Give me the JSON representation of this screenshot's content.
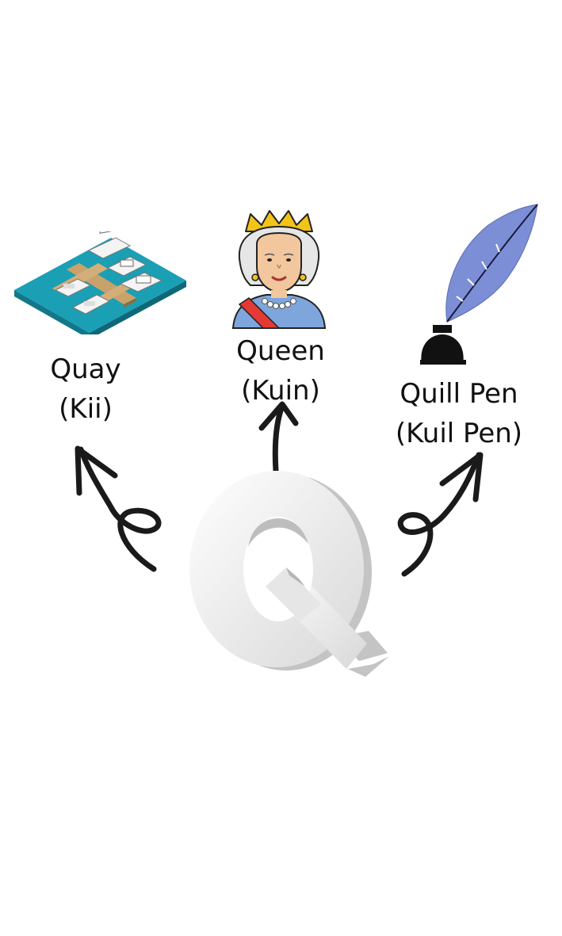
{
  "center_letter": "Q",
  "words": [
    {
      "word": "Quay",
      "pronunciation": "(Kii)"
    },
    {
      "word": "Queen",
      "pronunciation": "(Kuin)"
    },
    {
      "word": "Quill Pen",
      "pronunciation": "(Kuil Pen)"
    }
  ],
  "colors": {
    "text": "#111111",
    "arrow": "#1a1a1a",
    "letter_face": "#efefef",
    "letter_side": "#c9c9c9",
    "quay_water": "#1b9fb4",
    "quay_wood": "#c9a26b",
    "queen_crown": "#f2c318",
    "queen_skin": "#f2c79e",
    "queen_hair": "#e6e6e6",
    "queen_dress": "#7ea6dc",
    "queen_sash": "#e53935",
    "quill_feather": "#7c8fd6",
    "ink_bottle": "#111111"
  },
  "icons": [
    "quay-dock-illustration",
    "queen-illustration",
    "quill-pen-illustration",
    "letter-q-3d"
  ]
}
